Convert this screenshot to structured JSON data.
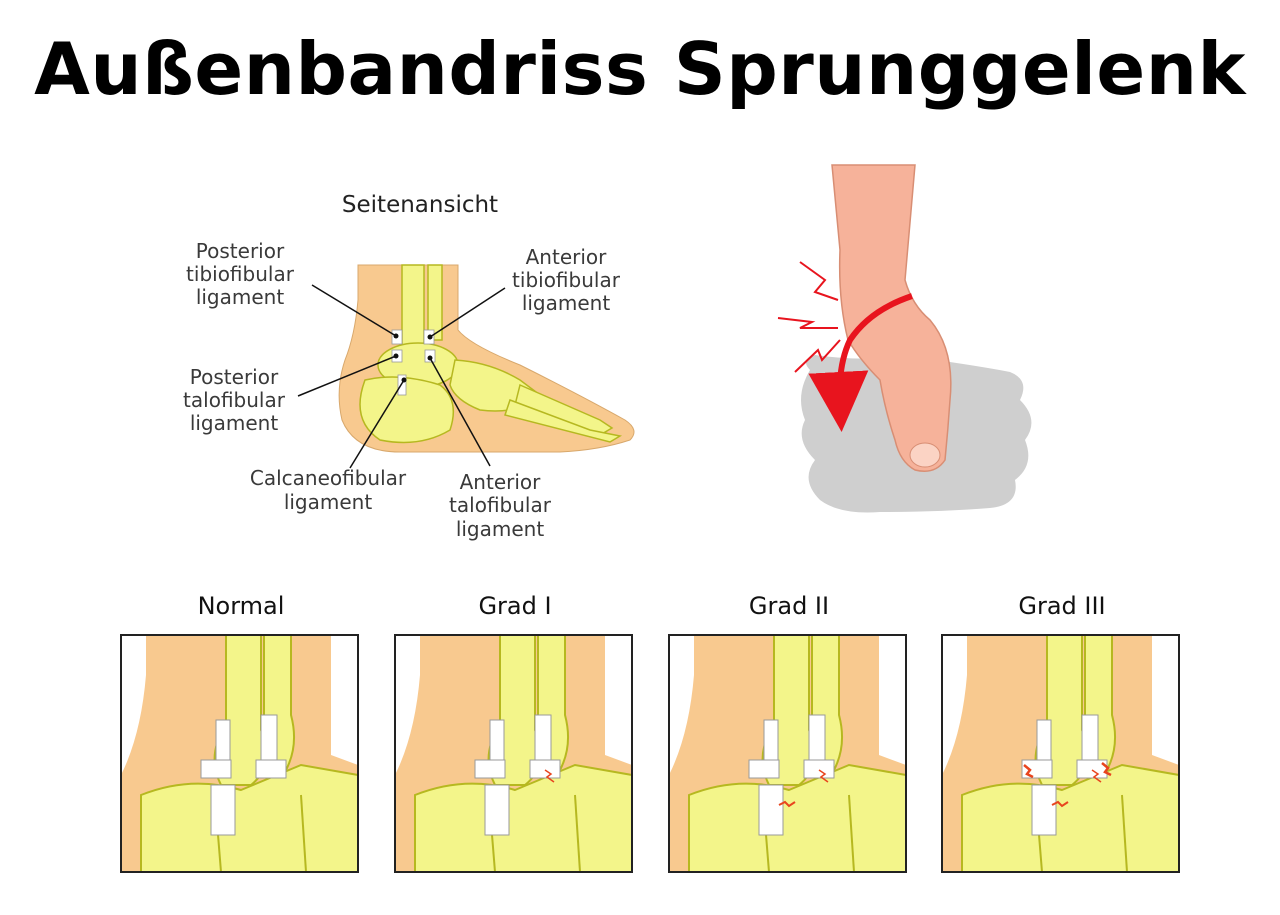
{
  "title": "Außenbandriss Sprunggelenk",
  "lateral_view": {
    "caption": "Seitenansicht",
    "labels": {
      "posterior_tibiofibular": [
        "Posterior",
        "tibiofibular",
        "ligament"
      ],
      "anterior_tibiofibular": [
        "Anterior",
        "tibiofibular",
        "ligament"
      ],
      "posterior_talofibular": [
        "Posterior",
        "talofibular",
        "ligament"
      ],
      "calcaneofibular": [
        "Calcaneofibular",
        "ligament"
      ],
      "anterior_talofibular": [
        "Anterior",
        "talofibular",
        "ligament"
      ]
    }
  },
  "grades": [
    "Normal",
    "Grad I",
    "Grad II",
    "Grad III"
  ],
  "colors": {
    "skin": "#f8c98f",
    "bone": "#f3f58a",
    "bone_outline": "#b6b820",
    "ligament": "#ffffff",
    "tear": "#e8451e",
    "arrow": "#e8141e",
    "foot_skin": "#f6b29a",
    "shadow": "#cfcfcf"
  }
}
